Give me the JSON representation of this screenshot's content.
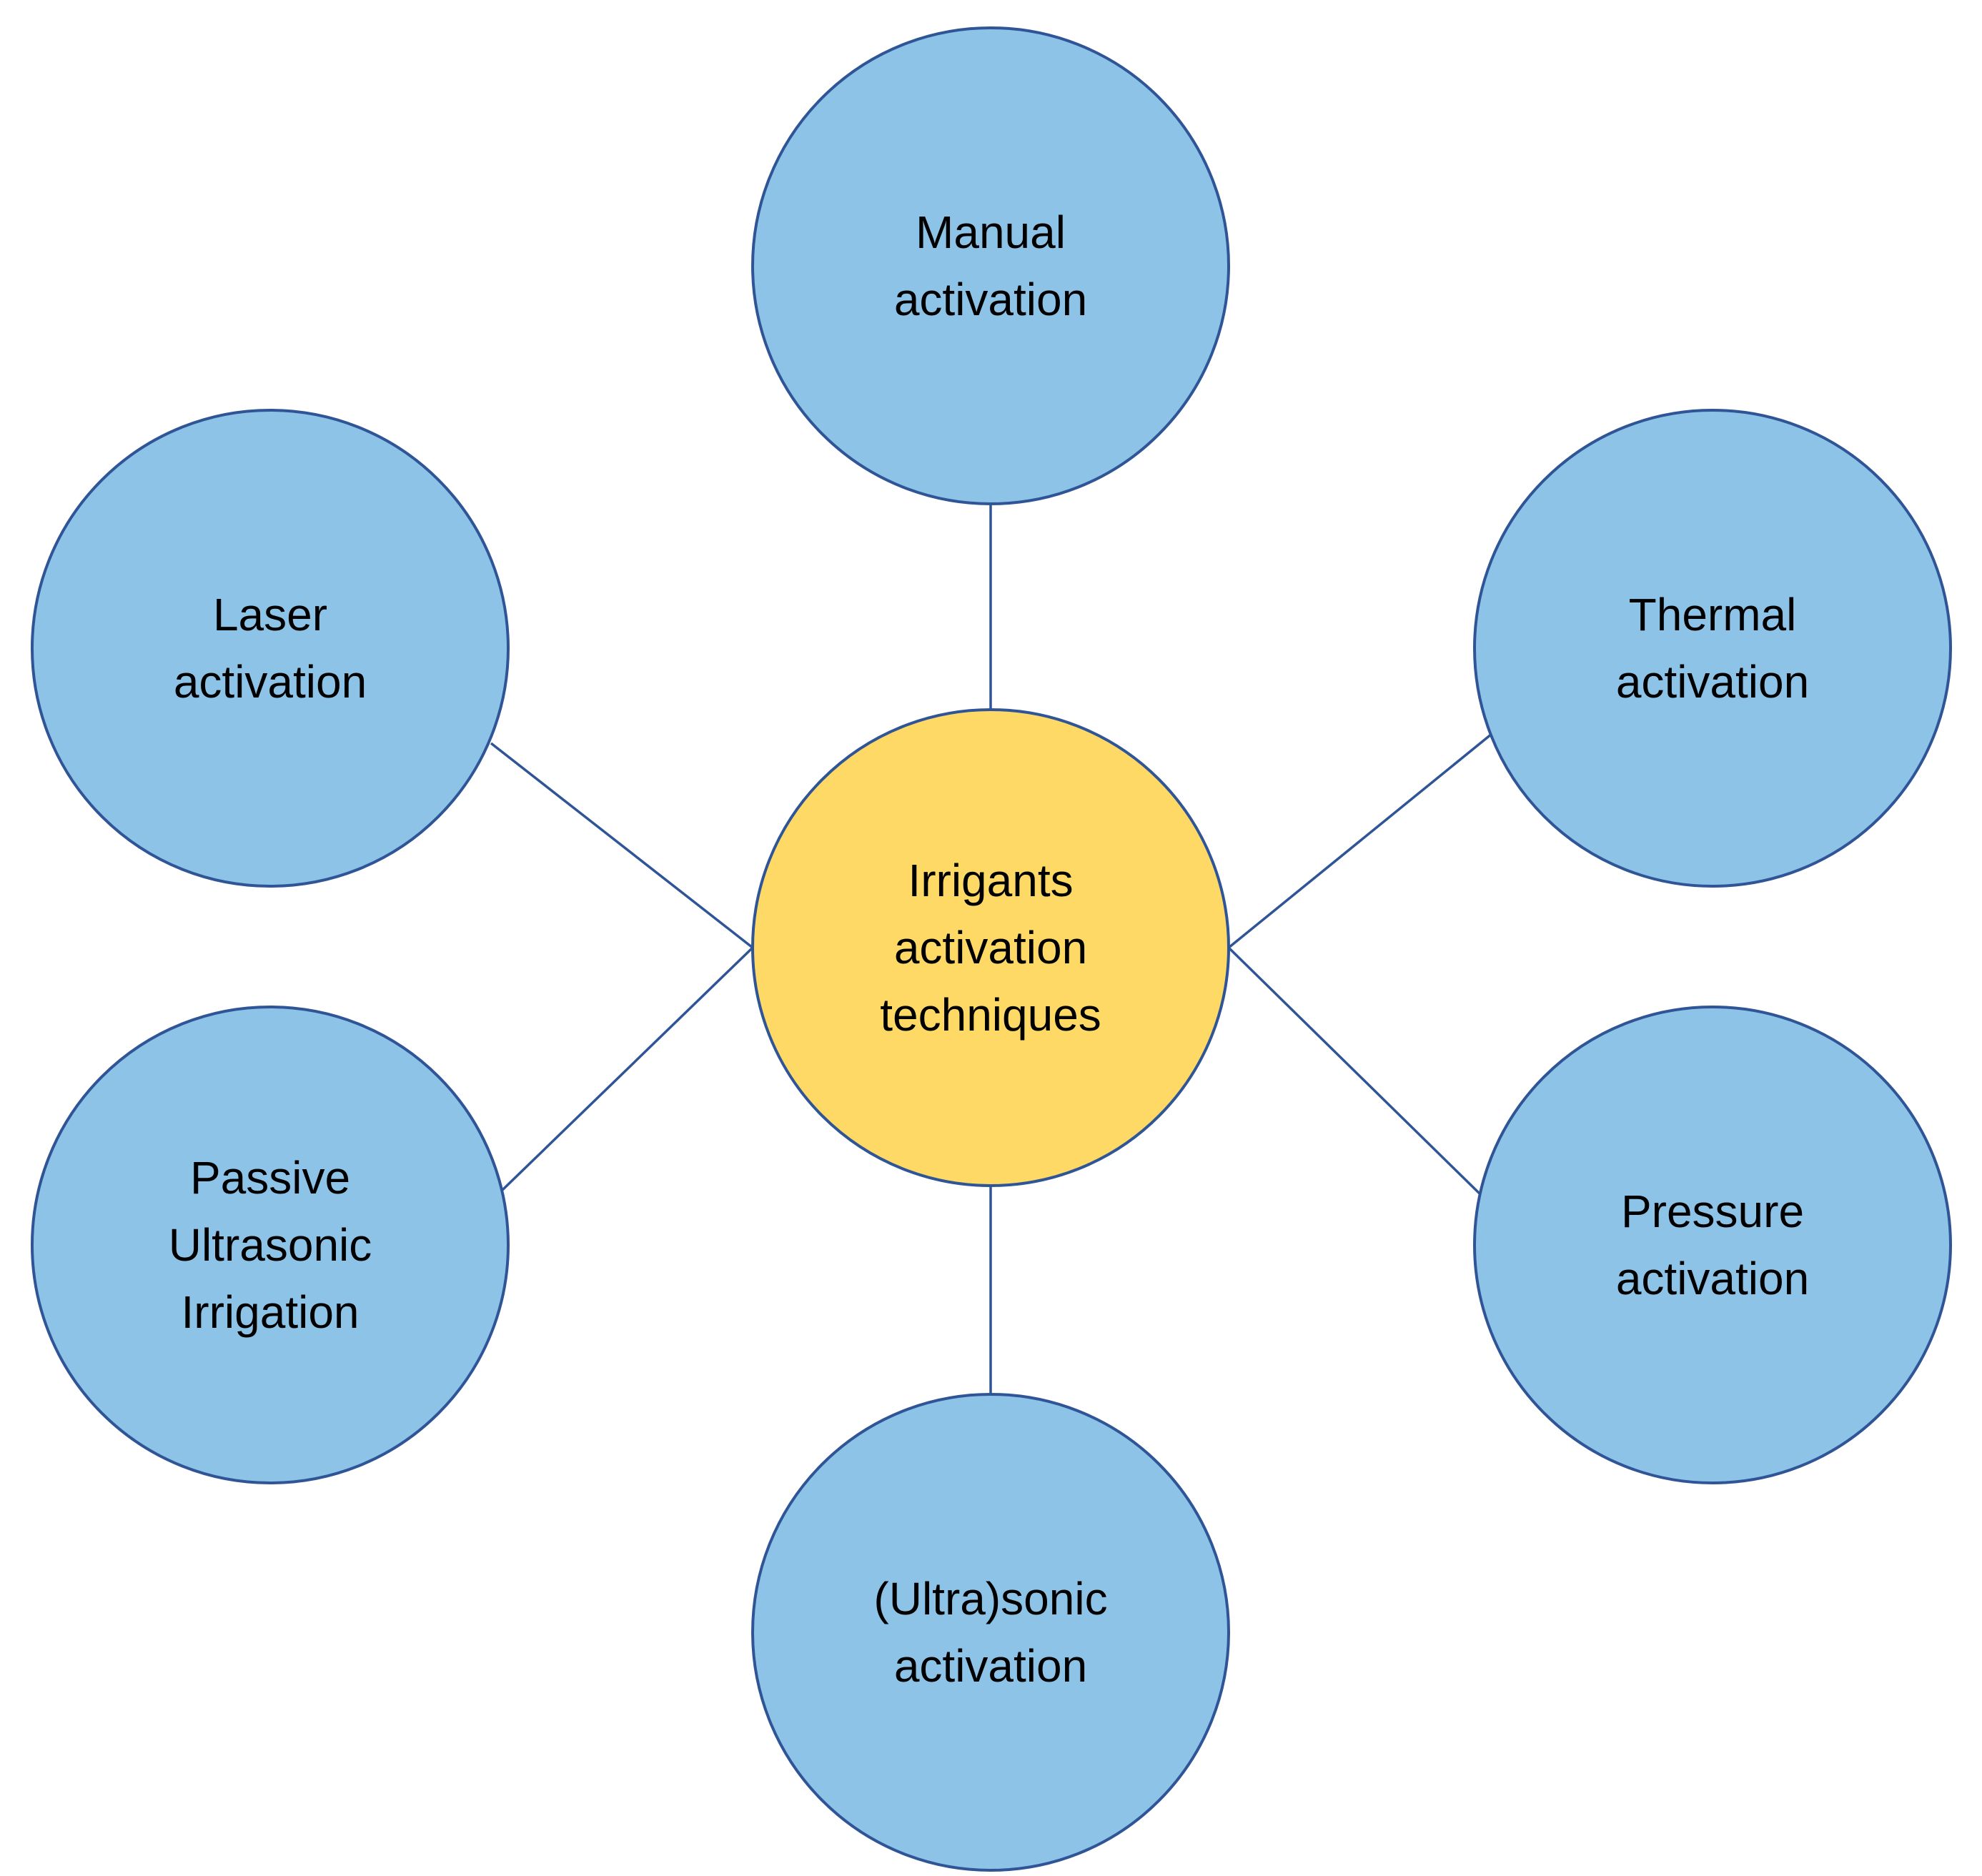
{
  "colors": {
    "center_fill": "#FFD966",
    "outer_fill": "#8EC3E8",
    "stroke": "#2F5597",
    "text": "#000000",
    "background": "#FFFFFF"
  },
  "center": {
    "lines": [
      "Irrigants",
      "activation",
      "techniques"
    ]
  },
  "nodes": [
    {
      "id": "manual",
      "lines": [
        "Manual",
        "activation"
      ]
    },
    {
      "id": "thermal",
      "lines": [
        "Thermal",
        "activation"
      ]
    },
    {
      "id": "pressure",
      "lines": [
        "Pressure",
        "activation"
      ]
    },
    {
      "id": "ultrasonic",
      "lines": [
        "(Ultra)sonic",
        "activation"
      ]
    },
    {
      "id": "passive-ultrasonic",
      "lines": [
        "Passive",
        "Ultrasonic",
        "Irrigation"
      ]
    },
    {
      "id": "laser",
      "lines": [
        "Laser",
        "activation"
      ]
    }
  ]
}
